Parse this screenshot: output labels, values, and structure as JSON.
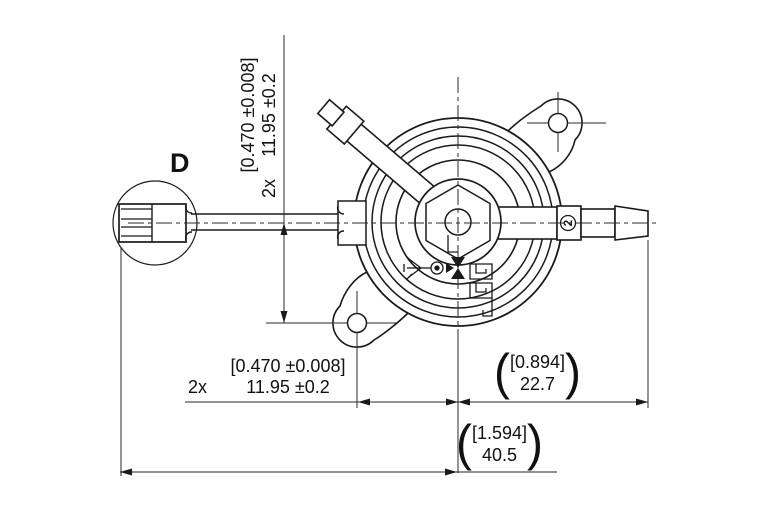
{
  "drawing": {
    "detail_label": "D",
    "port_label": "2",
    "dim_vertical": {
      "qty": "2x",
      "inch": "[0.470 ±0.008]",
      "mm": "11.95 ±0.2"
    },
    "dim_horizontal": {
      "qty": "2x",
      "inch": "[0.470 ±0.008]",
      "mm": "11.95 ±0.2"
    },
    "dim_port": {
      "paren_open": "(",
      "inch": "[0.894]",
      "mm": "22.7",
      "paren_close": ")"
    },
    "dim_overall": {
      "paren_open": "(",
      "inch": "[1.594]",
      "mm": "40.5",
      "paren_close": ")"
    },
    "icons": {
      "valve_symbol": "flow-restrictor-valve-symbol",
      "brand_logo": "lee-maze-logo"
    },
    "colors": {
      "line": "#1a1a1a",
      "thin_line": "#2a2a2a",
      "background": "#ffffff"
    }
  }
}
